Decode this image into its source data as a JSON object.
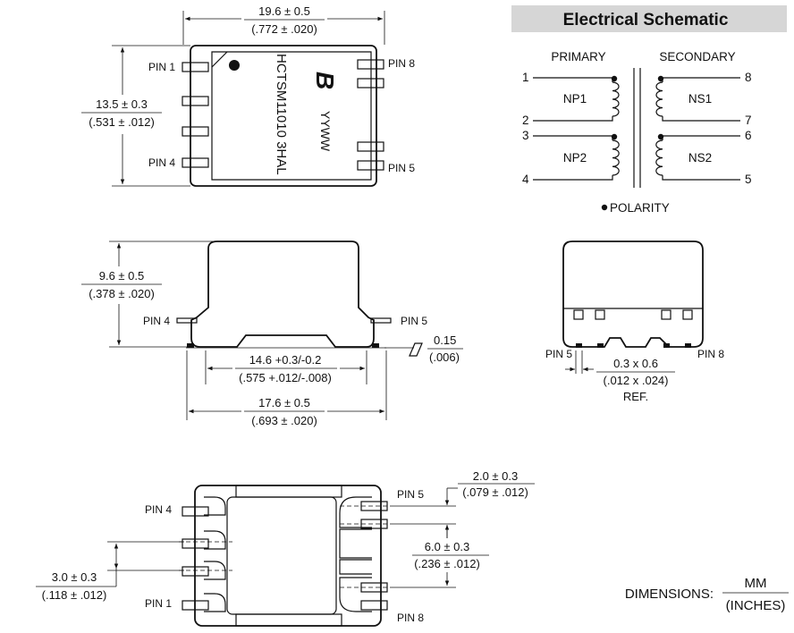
{
  "schematic": {
    "header": "Electrical Schematic",
    "primary_label": "PRIMARY",
    "secondary_label": "SECONDARY",
    "pin_numbers": [
      "1",
      "2",
      "3",
      "4",
      "8",
      "7",
      "6",
      "5"
    ],
    "windings": [
      "NP1",
      "NP2",
      "NS1",
      "NS2"
    ],
    "polarity_legend": "POLARITY"
  },
  "top_view": {
    "dim_width": "19.6 ± 0.5",
    "dim_width_in": "(.772 ± .020)",
    "dim_height": "13.5 ± 0.3",
    "dim_height_in": "(.531 ± .012)",
    "pin1": "PIN 1",
    "pin4": "PIN 4",
    "pin8": "PIN 8",
    "pin5": "PIN 5",
    "part_number": "HCTSM11010 3HAL",
    "date_code": "YYWW",
    "logo_letter": "B"
  },
  "side_view": {
    "dim_height": "9.6 ± 0.5",
    "dim_height_in": "(.378 ± .020)",
    "pin4": "PIN 4",
    "pin5": "PIN 5",
    "coplanarity": "0.15",
    "coplanarity_in": "(.006)",
    "dim_inner": "14.6 +0.3/-0.2",
    "dim_inner_in": "(.575 +.012/-.008)",
    "dim_outer": "17.6 ± 0.5",
    "dim_outer_in": "(.693 ± .020)"
  },
  "end_view": {
    "pin5": "PIN 5",
    "pin8": "PIN 8",
    "dim_lead": "0.3 x 0.6",
    "dim_lead_in": "(.012 x .024)",
    "ref": "REF."
  },
  "bottom_view": {
    "pin4": "PIN 4",
    "pin1": "PIN 1",
    "pin5": "PIN 5",
    "pin8": "PIN 8",
    "dim_pitch": "2.0 ± 0.3",
    "dim_pitch_in": "(.079 ± .012)",
    "dim_span": "6.0 ± 0.3",
    "dim_span_in": "(.236 ± .012)",
    "dim_left": "3.0 ± 0.3",
    "dim_left_in": "(.118 ± .012)"
  },
  "units": {
    "label": "DIMENSIONS:",
    "mm": "MM",
    "inches": "(INCHES)"
  }
}
